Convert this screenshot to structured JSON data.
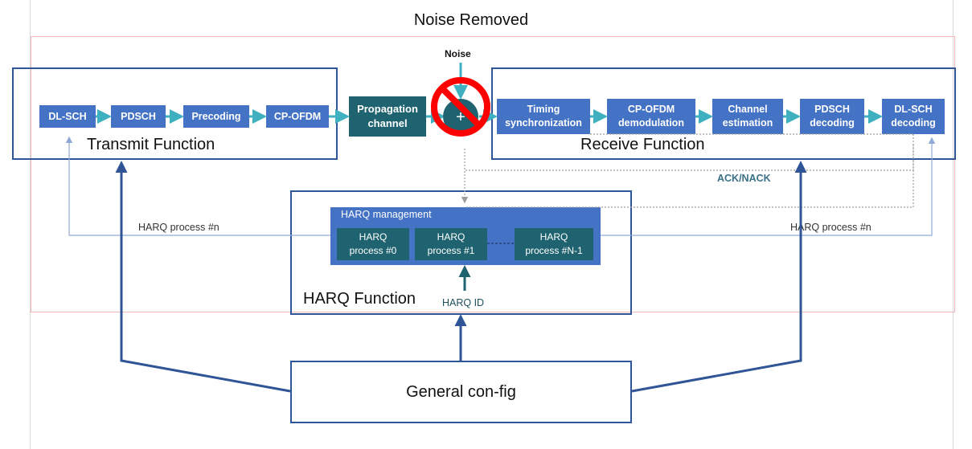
{
  "title": "Noise Removed",
  "transmit": {
    "label": "Transmit Function",
    "blocks": [
      "DL-SCH",
      "PDSCH",
      "Precoding",
      "CP-OFDM"
    ]
  },
  "channel": {
    "line1": "Propagation",
    "line2": "channel"
  },
  "noise": {
    "label": "Noise",
    "adder": "+"
  },
  "receive": {
    "label": "Receive Function",
    "blocks": [
      {
        "line1": "Timing",
        "line2": "synchronization"
      },
      {
        "line1": "CP-OFDM",
        "line2": "demodulation"
      },
      {
        "line1": "Channel",
        "line2": "estimation"
      },
      {
        "line1": "PDSCH",
        "line2": "decoding"
      },
      {
        "line1": "DL-SCH",
        "line2": "decoding"
      }
    ]
  },
  "ack_nack": "ACK/NACK",
  "harq": {
    "label": "HARQ Function",
    "management": "HARQ management",
    "processes": [
      {
        "line1": "HARQ",
        "line2": "process #0"
      },
      {
        "line1": "HARQ",
        "line2": "process #1"
      },
      {
        "line1": "HARQ",
        "line2": "process #N-1"
      }
    ],
    "harq_id": "HARQ ID",
    "process_n_left": "HARQ process #n",
    "process_n_right": "HARQ process #n"
  },
  "general_config": "General con-fig",
  "colors": {
    "frame": "#2f5597",
    "block": "#4472c4",
    "teal": "#1f6370",
    "arrow": "#3fb0c0",
    "prohibit": "#ff0000"
  }
}
